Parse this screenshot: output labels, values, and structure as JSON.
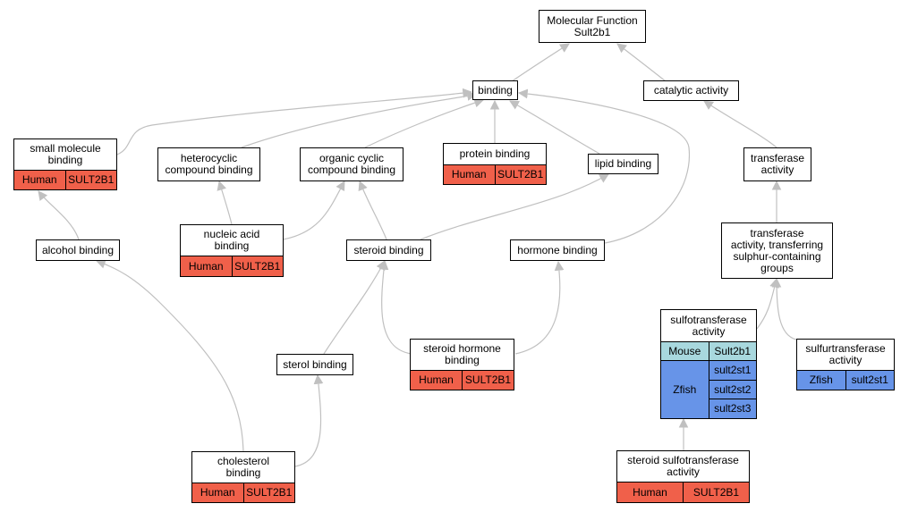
{
  "nodes": {
    "root": {
      "label": "Molecular Function\nSult2b1"
    },
    "binding": {
      "label": "binding"
    },
    "catalytic": {
      "label": "catalytic activity"
    },
    "small_molecule": {
      "label": "small molecule\nbinding",
      "rows": [
        [
          "Human",
          "SULT2B1"
        ]
      ]
    },
    "heterocyclic": {
      "label": "heterocyclic\ncompound binding"
    },
    "organic_cyclic": {
      "label": "organic cyclic\ncompound binding"
    },
    "protein_binding": {
      "label": "protein binding",
      "rows": [
        [
          "Human",
          "SULT2B1"
        ]
      ]
    },
    "lipid_binding": {
      "label": "lipid binding"
    },
    "transferase": {
      "label": "transferase\nactivity"
    },
    "alcohol_binding": {
      "label": "alcohol binding"
    },
    "nucleic_acid": {
      "label": "nucleic acid\nbinding",
      "rows": [
        [
          "Human",
          "SULT2B1"
        ]
      ]
    },
    "steroid_binding": {
      "label": "steroid binding"
    },
    "hormone_binding": {
      "label": "hormone binding"
    },
    "transferase_sulphur": {
      "label": "transferase\nactivity, transferring\nsulphur-containing\ngroups"
    },
    "sulfotransferase": {
      "label": "sulfotransferase\nactivity",
      "mouse": [
        "Mouse",
        "Sult2b1"
      ],
      "zfish": {
        "species": "Zfish",
        "genes": [
          "sult2st1",
          "sult2st2",
          "sult2st3"
        ]
      }
    },
    "sulfurtransferase": {
      "label": "sulfurtransferase\nactivity",
      "rows": [
        [
          "Zfish",
          "sult2st1"
        ]
      ]
    },
    "sterol_binding": {
      "label": "sterol binding"
    },
    "steroid_hormone": {
      "label": "steroid hormone\nbinding",
      "rows": [
        [
          "Human",
          "SULT2B1"
        ]
      ]
    },
    "cholesterol": {
      "label": "cholesterol\nbinding",
      "rows": [
        [
          "Human",
          "SULT2B1"
        ]
      ]
    },
    "steroid_sulfo": {
      "label": "steroid sulfotransferase\nactivity",
      "rows": [
        [
          "Human",
          "SULT2B1"
        ]
      ]
    }
  },
  "colors": {
    "human": "#f0604a",
    "mouse": "#a8d8de",
    "zfish": "#6794e8",
    "edge": "#c0c0c0"
  }
}
